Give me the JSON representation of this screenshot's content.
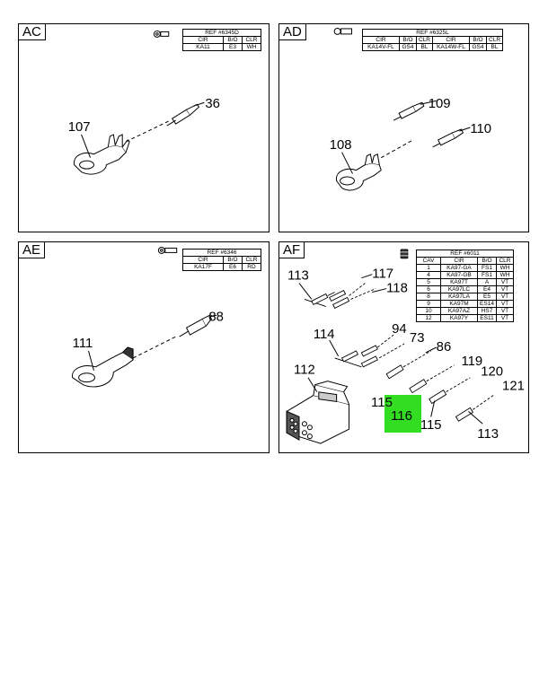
{
  "panels": {
    "ac": {
      "label": "AC",
      "ref": {
        "title": "REF #6345D",
        "headers": [
          "CIR",
          "B/O",
          "CLR"
        ],
        "rows": [
          [
            "KA11",
            "E3",
            "WH"
          ]
        ]
      },
      "callouts": [
        "107",
        "36"
      ]
    },
    "ad": {
      "label": "AD",
      "ref": {
        "title": "REF #6325L",
        "headers": [
          "CIR",
          "B/O",
          "CLR",
          "CIR",
          "B/O",
          "CLR"
        ],
        "rows": [
          [
            "KA14V-FL",
            "GS4",
            "BL",
            "KA14W-FL",
            "GS4",
            "BL"
          ]
        ]
      },
      "callouts": [
        "109",
        "110",
        "108"
      ]
    },
    "ae": {
      "label": "AE",
      "ref": {
        "title": "REF #6346",
        "headers": [
          "CIR",
          "B/O",
          "CLR"
        ],
        "rows": [
          [
            "KA17F",
            "E6",
            "RD"
          ]
        ]
      },
      "callouts": [
        "88",
        "111"
      ]
    },
    "af": {
      "label": "AF",
      "ref": {
        "title": "REF #6011",
        "headers": [
          "CAV",
          "CIR",
          "B/O",
          "CLR"
        ],
        "rows": [
          [
            "1",
            "KA97-GA",
            "FS1",
            "WH"
          ],
          [
            "4",
            "KA97-GB",
            "FS1",
            "WH"
          ],
          [
            "5",
            "KA97T",
            "A",
            "VT"
          ],
          [
            "6",
            "KA97LC",
            "E4",
            "VT"
          ],
          [
            "8",
            "KA97LA",
            "E5",
            "VT"
          ],
          [
            "9",
            "KA97M",
            "ES14",
            "VT"
          ],
          [
            "10",
            "KA97AZ",
            "HS7",
            "VT"
          ],
          [
            "12",
            "KA97Y",
            "ES11",
            "VT"
          ]
        ]
      },
      "callouts": [
        "113",
        "117",
        "118",
        "114",
        "94",
        "73",
        "86",
        "112",
        "119",
        "120",
        "121",
        "115",
        "113",
        "115",
        "116"
      ]
    }
  },
  "colors": {
    "highlight": "#33dd22"
  }
}
